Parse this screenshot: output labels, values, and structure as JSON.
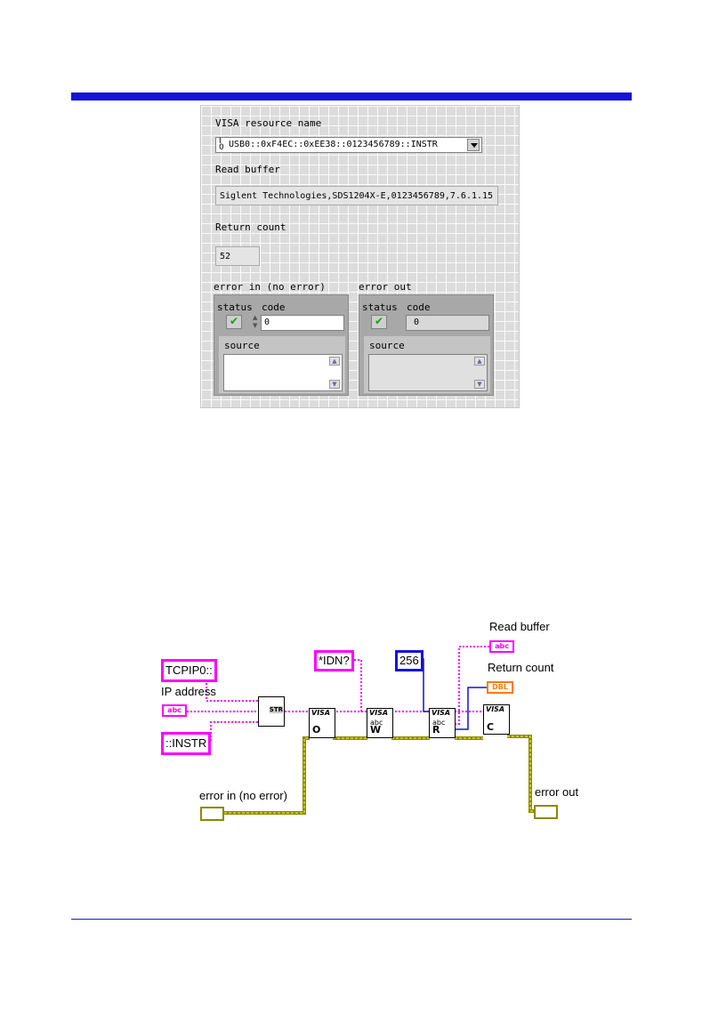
{
  "front_panel": {
    "visa_label": "VISA resource name",
    "visa_io_top": "I",
    "visa_io_bottom": "0",
    "visa_value": "USB0::0xF4EC::0xEE38::0123456789::INSTR",
    "read_buffer_label": "Read buffer",
    "read_buffer_value": "Siglent Technologies,SDS1204X-E,0123456789,7.6.1.15",
    "return_count_label": "Return count",
    "return_count_value": "52",
    "error_in": {
      "title": "error in (no error)",
      "status_label": "status",
      "code_label": "code",
      "code_value": "0",
      "source_label": "source"
    },
    "error_out": {
      "title": "error out",
      "status_label": "status",
      "code_label": "code",
      "code_value": "0",
      "source_label": "source"
    }
  },
  "block_diagram": {
    "tcpip_const": "TCPIP0::",
    "ip_address_label": "IP address",
    "abc_terminal": "abc",
    "instr_const": "::INSTR",
    "concat_out": "STR",
    "idn_const": "*IDN?",
    "count_const": "256",
    "read_buffer_label": "Read buffer",
    "read_buffer_terminal": "abc",
    "return_count_label": "Return count",
    "return_count_terminal": "DBL",
    "error_in_label": "error in (no error)",
    "error_out_label": "error out",
    "visa_open": {
      "top": "VISA",
      "letter": "O"
    },
    "visa_write": {
      "top": "VISA",
      "mid": "abc",
      "letter": "W"
    },
    "visa_read": {
      "top": "VISA",
      "mid": "abc",
      "letter": "R"
    },
    "visa_close": {
      "top": "VISA",
      "letter": "C"
    }
  },
  "colors": {
    "header_bar": "#1414d8",
    "string_wire": "#ff00ff",
    "error_wire": "#8a8a00",
    "int_wire": "#1010e0",
    "dbl_wire": "#ff7a00"
  }
}
